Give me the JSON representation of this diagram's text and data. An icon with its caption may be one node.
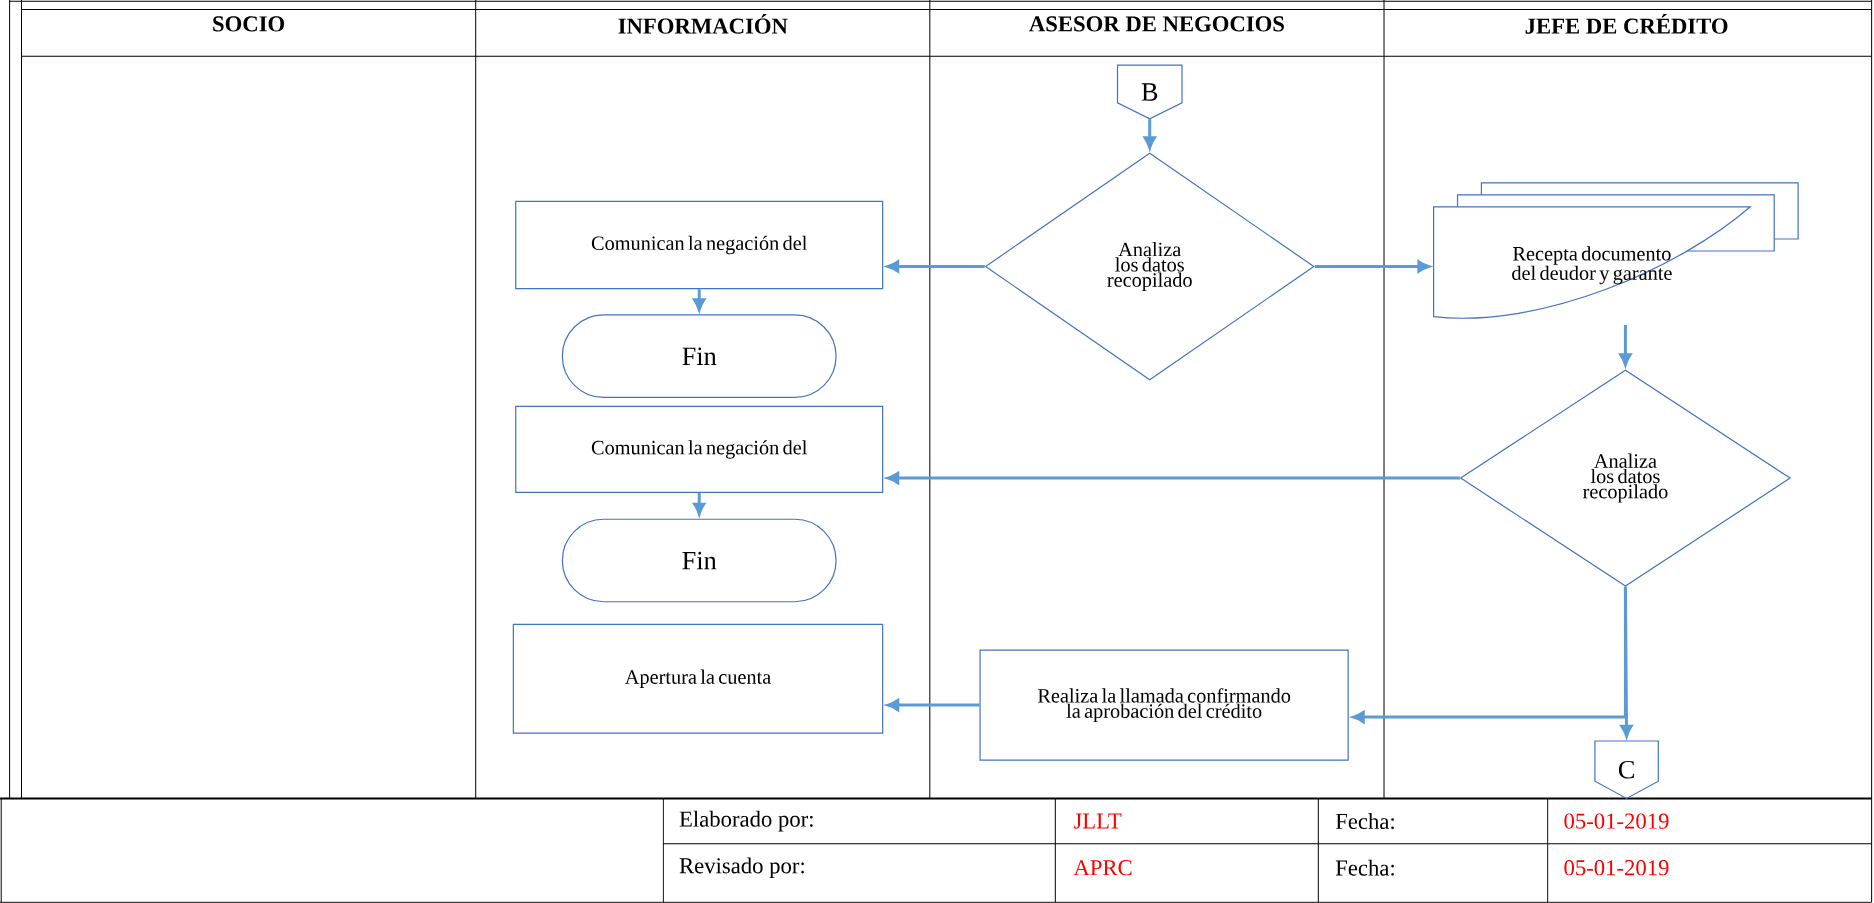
{
  "diagram": {
    "nodes": [
      {
        "text": [
          "B"
        ]
      },
      {
        "text": [
          "Analiza los datos recopilado"
        ]
      },
      {
        "text": [
          "Comunican la negación del"
        ]
      },
      {
        "text": [
          "Fin"
        ]
      },
      {
        "text": [
          "Recepta documento del deudor y garante"
        ]
      },
      {
        "text": [
          "Analiza los datos recopilado"
        ]
      },
      {
        "text": [
          "Comunican la negación del"
        ]
      },
      {
        "text": [
          "Fin"
        ]
      },
      {
        "text": [
          "Apertura la cuenta"
        ]
      },
      {
        "text": [
          "Realiza la llamada confirmando la aprobación del crédito"
        ]
      },
      {
        "text": [
          "C"
        ]
      }
    ],
    "edges": [
      {
        "from": 0,
        "to": 1,
        "arrow": "to"
      },
      {
        "from": 1,
        "to": 2,
        "arrow": "to"
      },
      {
        "from": 1,
        "to": 4,
        "arrow": "to"
      },
      {
        "from": 2,
        "to": 3,
        "arrow": "to"
      },
      {
        "from": 4,
        "to": 5,
        "arrow": "to"
      },
      {
        "from": 5,
        "to": 6,
        "arrow": "to"
      },
      {
        "from": 6,
        "to": 7,
        "arrow": "to"
      },
      {
        "from": 5,
        "to": 10,
        "arrow": "to"
      },
      {
        "from": 5,
        "to": 9,
        "arrow": "to"
      },
      {
        "from": 9,
        "to": 8,
        "arrow": "to"
      }
    ],
    "labels": [
      "SOCIO",
      "INFORMACIÓN",
      "ASESOR DE NEGOCIOS",
      "JEFE DE CRÉDITO",
      "Elaborado por:",
      "JLLT",
      "Fecha:",
      "05-01-2019",
      "Revisado por:",
      "APRC",
      "Fecha:",
      "05-01-2019"
    ]
  }
}
